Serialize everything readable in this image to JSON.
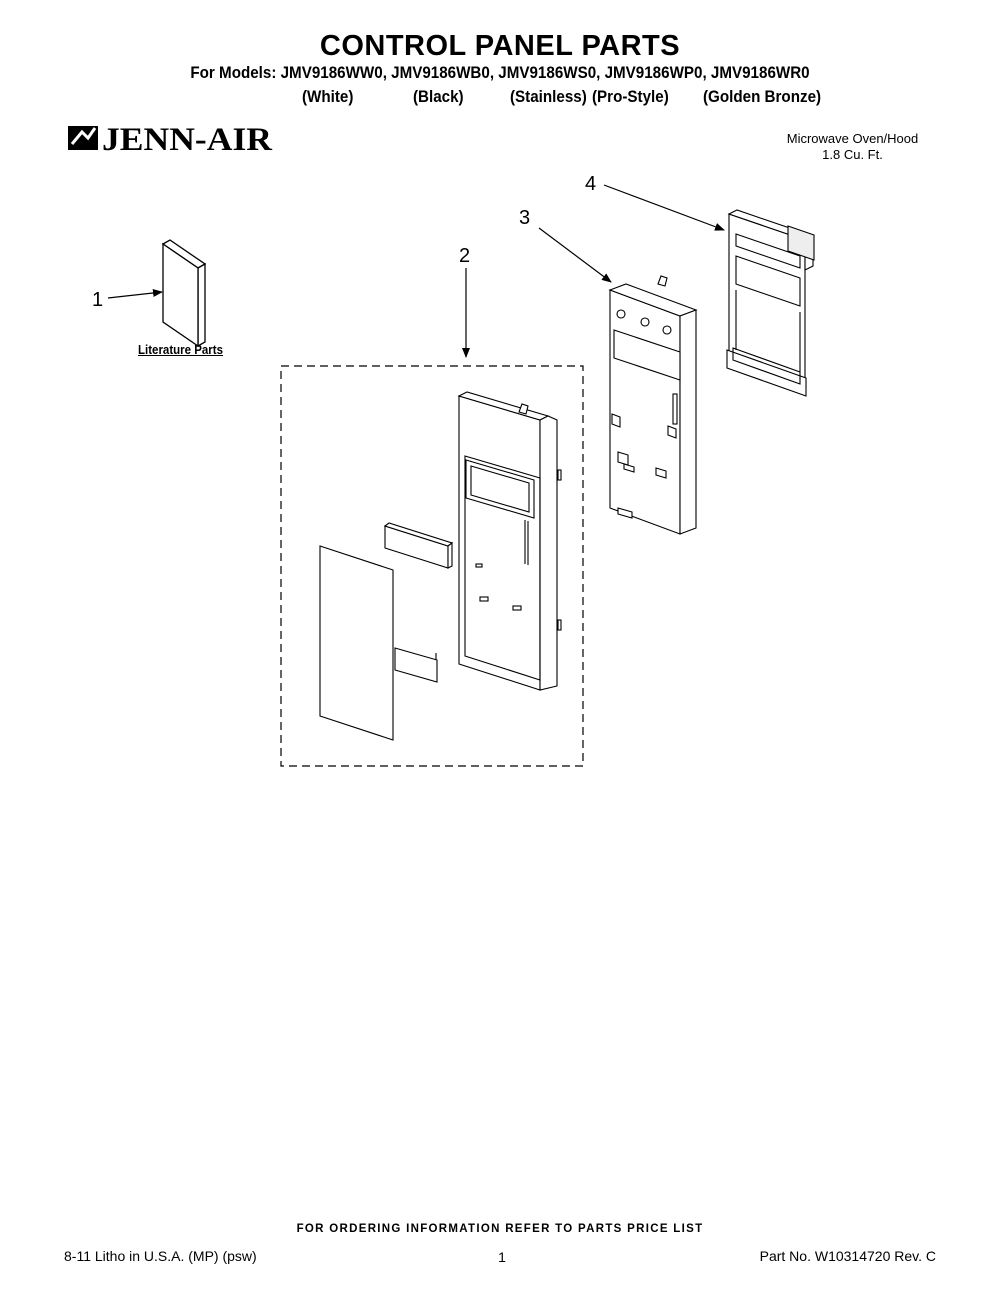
{
  "header": {
    "title": "CONTROL PANEL PARTS",
    "models_line": "For Models: JMV9186WW0, JMV9186WB0, JMV9186WS0, JMV9186WP0, JMV9186WR0",
    "variants": [
      "(White)",
      "(Black)",
      "(Stainless)",
      "(Pro-Style)",
      "(Golden Bronze)"
    ]
  },
  "brand": {
    "logo_text": "JENN-AIR",
    "icon": "jenn-air-logo-mark"
  },
  "product": {
    "line1": "Microwave Oven/Hood",
    "line2": "1.8 Cu. Ft."
  },
  "callouts": [
    "1",
    "2",
    "3",
    "4"
  ],
  "literature_label": "Literature Parts",
  "footer": {
    "ordering": "FOR ORDERING INFORMATION REFER TO PARTS PRICE LIST",
    "litho": "8-11 Litho in U.S.A. (MP) (psw)",
    "page": "1",
    "part_no": "Part No. W10314720 Rev. C"
  }
}
